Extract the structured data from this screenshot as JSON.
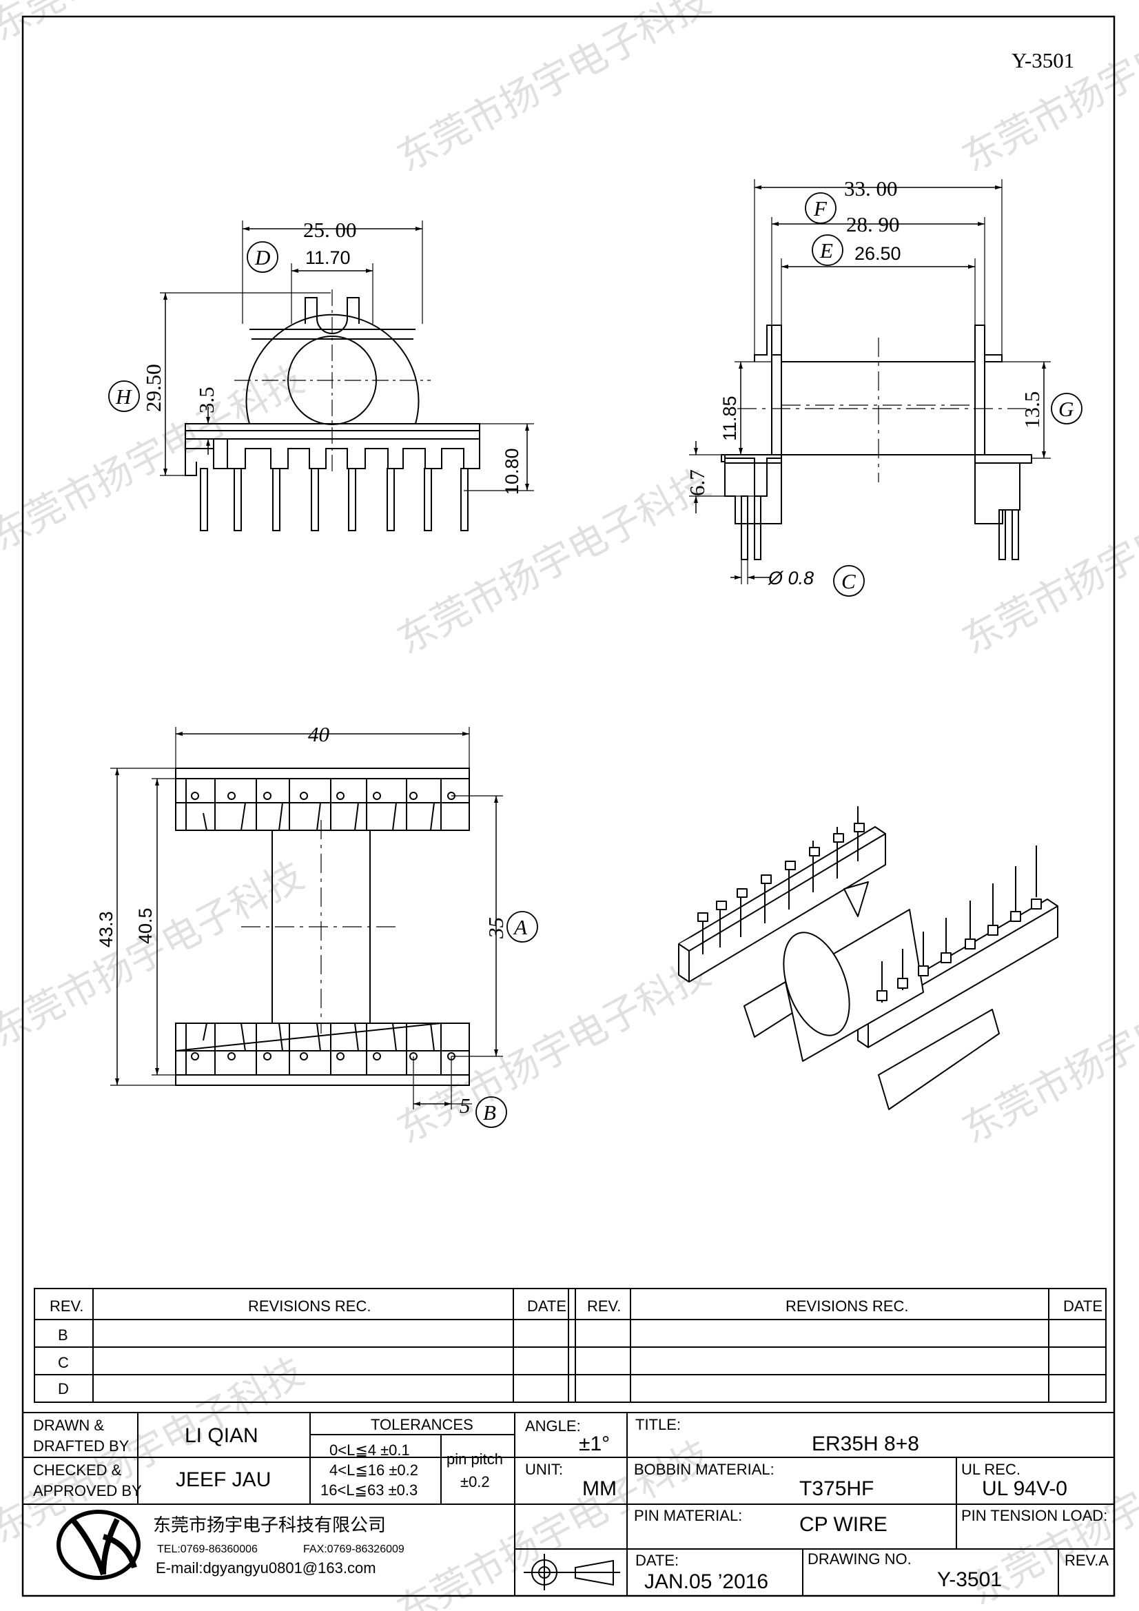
{
  "drawing_number_top": "Y-3501",
  "watermark": "东莞市扬宇电子科技",
  "front_view": {
    "dim_overall_width": "25. 00",
    "dim_slot_width": "11.70",
    "dim_height": "29.50",
    "dim_flange": "3.5",
    "dim_base_height": "10.80",
    "label_width": "D",
    "label_height": "H"
  },
  "side_view": {
    "dim_overall": "33. 00",
    "dim_flange_outer": "28. 90",
    "dim_winding": "26.50",
    "dim_core_top": "11.85",
    "dim_winding_height": "13.5",
    "dim_pin_offset": "6.7",
    "dim_pin_dia": "Ø 0.8",
    "label_overall": "F",
    "label_winding": "E",
    "label_height": "G",
    "label_pin": "C"
  },
  "bottom_view": {
    "dim_length": "40",
    "dim_outer": "43.3",
    "dim_inner": "40.5",
    "dim_row_pitch": "35",
    "dim_pin_pitch": "5",
    "label_row": "A",
    "label_pitch": "B"
  },
  "revisions": {
    "headers": [
      "REV.",
      "REVISIONS    REC.",
      "DATE",
      "REV.",
      "REVISIONS    REC.",
      "DATE"
    ],
    "rows": [
      "B",
      "C",
      "D"
    ]
  },
  "title_block": {
    "drawn_label": "DRAWN &",
    "drafted_label": "DRAFTED  BY",
    "drawn_value": "LI QIAN",
    "checked_label": "CHECKED &",
    "approved_label": "APPROVED  BY",
    "checked_value": "JEEF JAU",
    "tolerances_label": "TOLERANCES",
    "tol_rows": [
      "0<L≦4    ±0.1",
      "4<L≦16  ±0.2",
      "16<L≦63  ±0.3"
    ],
    "pin_pitch_label": "pin  pitch",
    "pin_pitch_value": "±0.2",
    "angle_label": "ANGLE:",
    "angle_value": "±1°",
    "unit_label": "UNIT:",
    "unit_value": "MM",
    "title_label": "TITLE:",
    "title_value": "ER35H  8+8",
    "bobbin_label": "BOBBIN  MATERIAL:",
    "bobbin_value": "T375HF",
    "ul_label": "UL  REC.",
    "ul_value": "UL  94V-0",
    "pin_mat_label": "PIN  MATERIAL:",
    "pin_mat_value": "CP  WIRE",
    "pin_tension_label": "PIN  TENSION  LOAD:",
    "company_name": "东莞市扬宇电子科技有限公司",
    "tel": "TEL:0769-86360006",
    "fax": "FAX:0769-86326009",
    "email": "E-mail:dgyangyu0801@163.com",
    "date_label": "DATE:",
    "date_value": "JAN.05  ’2016",
    "dwg_label": "DRAWING  NO.",
    "dwg_value": "Y-3501",
    "rev_label": "REV.A"
  }
}
